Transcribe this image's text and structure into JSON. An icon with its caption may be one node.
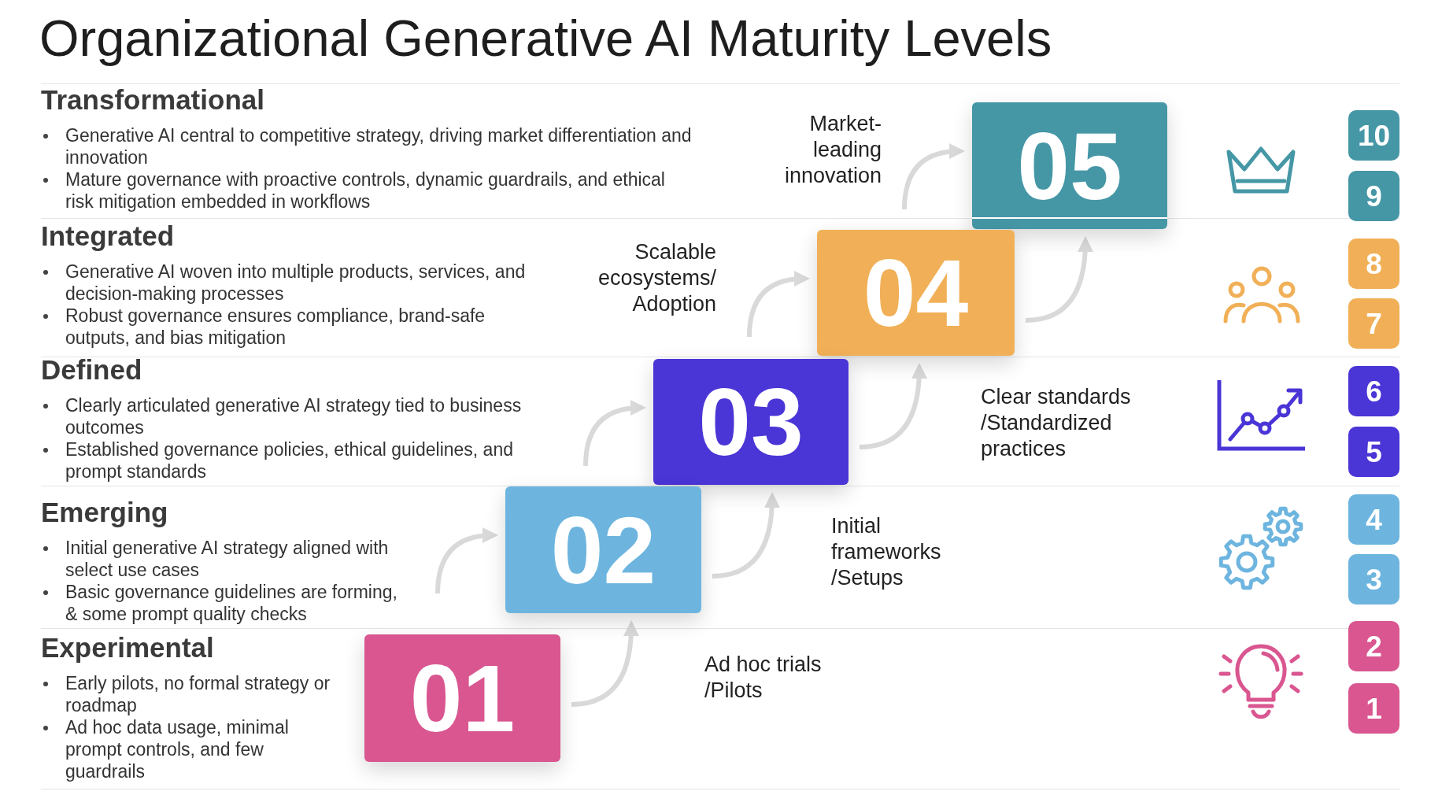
{
  "diagram": {
    "title": "Organizational Generative AI Maturity Levels",
    "nodes": [
      {
        "text": [
          "05"
        ]
      },
      {
        "text": [
          "10"
        ]
      },
      {
        "text": [
          "9"
        ]
      },
      {
        "text": [
          "04"
        ]
      },
      {
        "text": [
          "8"
        ]
      },
      {
        "text": [
          "7"
        ]
      },
      {
        "text": [
          "03"
        ]
      },
      {
        "text": [
          "6"
        ]
      },
      {
        "text": [
          "5"
        ]
      },
      {
        "text": [
          "02"
        ]
      },
      {
        "text": [
          "4"
        ]
      },
      {
        "text": [
          "3"
        ]
      },
      {
        "text": [
          "01"
        ]
      },
      {
        "text": [
          "2"
        ]
      },
      {
        "text": [
          "1"
        ]
      }
    ],
    "edges": [
      {
        "from": null,
        "to": 0,
        "arrow": "to"
      },
      {
        "from": 3,
        "to": 0,
        "arrow": "to"
      },
      {
        "from": null,
        "to": 3,
        "arrow": "to"
      },
      {
        "from": 6,
        "to": 3,
        "arrow": "to"
      },
      {
        "from": null,
        "to": 6,
        "arrow": "to"
      },
      {
        "from": 9,
        "to": 6,
        "arrow": "to"
      },
      {
        "from": null,
        "to": 9,
        "arrow": "to"
      },
      {
        "from": 12,
        "to": 9,
        "arrow": "to"
      }
    ],
    "labels": [
      "Transformational",
      "Generative AI central to competitive strategy, driving market differentiation and innovation",
      "Mature governance with proactive controls, dynamic guardrails, and ethical risk mitigation embedded in workflows",
      "Market- leading innovation",
      "Integrated",
      "Generative AI woven into multiple products, services, and decision-making processes",
      "Robust governance ensures compliance, brand-safe outputs, and bias mitigation",
      "Scalable ecosystems/ Adoption",
      "Defined",
      "Clearly articulated generative AI strategy tied to business outcomes",
      "Established governance policies, ethical guidelines, and prompt standards",
      "Clear standards /Standardized practices",
      "Emerging",
      "Initial generative AI strategy aligned with select use cases",
      "Basic governance guidelines are forming, & some prompt quality checks",
      "Initial frameworks /Setups",
      "Experimental",
      "Early pilots, no formal strategy or roadmap",
      "Ad hoc data usage, minimal prompt controls, and few guardrails",
      "Ad hoc trials /Pilots"
    ]
  }
}
